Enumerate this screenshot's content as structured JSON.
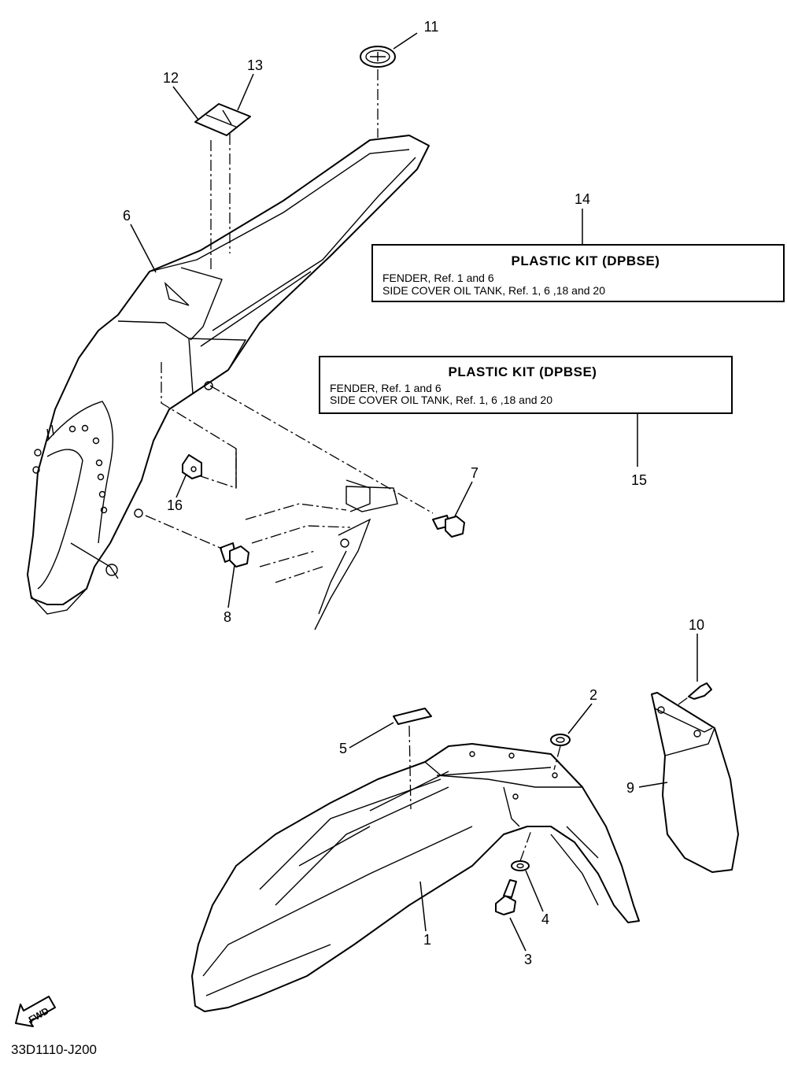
{
  "diagram_code": "33D1110-J200",
  "fwd_label": "FWD",
  "callouts": {
    "c1": "1",
    "c2": "2",
    "c3": "3",
    "c4": "4",
    "c5": "5",
    "c6": "6",
    "c7": "7",
    "c8": "8",
    "c9": "9",
    "c10": "10",
    "c11": "11",
    "c12": "12",
    "c13": "13",
    "c14": "14",
    "c15": "15",
    "c16": "16"
  },
  "kits": [
    {
      "title": "PLASTIC KIT (DPBSE)",
      "lines": [
        "FENDER, Ref. 1 and 6",
        "SIDE COVER OIL TANK, Ref. 1, 6 ,18 and 20"
      ]
    },
    {
      "title": "PLASTIC KIT (DPBSE)",
      "lines": [
        "FENDER, Ref. 1 and 6",
        "SIDE COVER OIL TANK, Ref. 1, 6 ,18 and 20"
      ]
    }
  ]
}
